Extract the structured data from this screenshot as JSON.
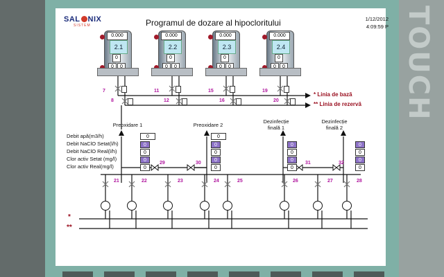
{
  "brand": {
    "name_prefix": "SAL",
    "name_suffix": "NIX",
    "tagline": "SISTEM"
  },
  "bezel_text": "TOUCH",
  "header": {
    "title": "Programul de dozare al hipocloritului",
    "date": "1/12/2012",
    "time": "4:09:59 P"
  },
  "tanks": [
    {
      "id": "2.1",
      "value": "0.000",
      "s1": "0",
      "s2": "0",
      "s3": "0"
    },
    {
      "id": "2.2",
      "value": "0.000",
      "s1": "0",
      "s2": "0",
      "s3": "0"
    },
    {
      "id": "2.3",
      "value": "0.000",
      "s1": "0",
      "s2": "0",
      "s3": "0"
    },
    {
      "id": "2.4",
      "value": "0.000",
      "s1": "0",
      "s2": "0",
      "s3": "0"
    }
  ],
  "tank_valves": [
    "7",
    "8",
    "11",
    "12",
    "15",
    "16",
    "19",
    "20"
  ],
  "lines": {
    "base": "* Linia de bază",
    "reserve": "** Linia de rezervă",
    "star1": "*",
    "star2": "**"
  },
  "legend": [
    "Debit apă(m3/h)",
    "Debit NaClO Setat(l/h)",
    "Debit NaClO Real(l/h)",
    "Clor activ Setat (mg/l)",
    "Clor activ Real(mg/l)"
  ],
  "points": [
    {
      "name": "Preoxidare 1",
      "values": [
        "0",
        "0",
        "0",
        "0",
        "0"
      ]
    },
    {
      "name": "Preoxidare 2",
      "values": [
        "0",
        "0",
        "0",
        "0",
        "0"
      ]
    },
    {
      "name": "Dezinfecție finală 1",
      "values": [
        "0",
        "0",
        "0",
        "0"
      ]
    },
    {
      "name": "Dezinfecție finală 2",
      "values": [
        "0",
        "0",
        "0",
        "0"
      ]
    }
  ],
  "pump_valves": [
    "21",
    "22",
    "23",
    "24",
    "25",
    "26",
    "27",
    "28"
  ],
  "cross_valves": [
    "29",
    "30",
    "31",
    "32"
  ],
  "colors": {
    "accent_purple": "#8e73c8",
    "tag_magenta": "#b0169e",
    "line_red": "#9a1020",
    "panel_teal": "#7fb0a6"
  }
}
